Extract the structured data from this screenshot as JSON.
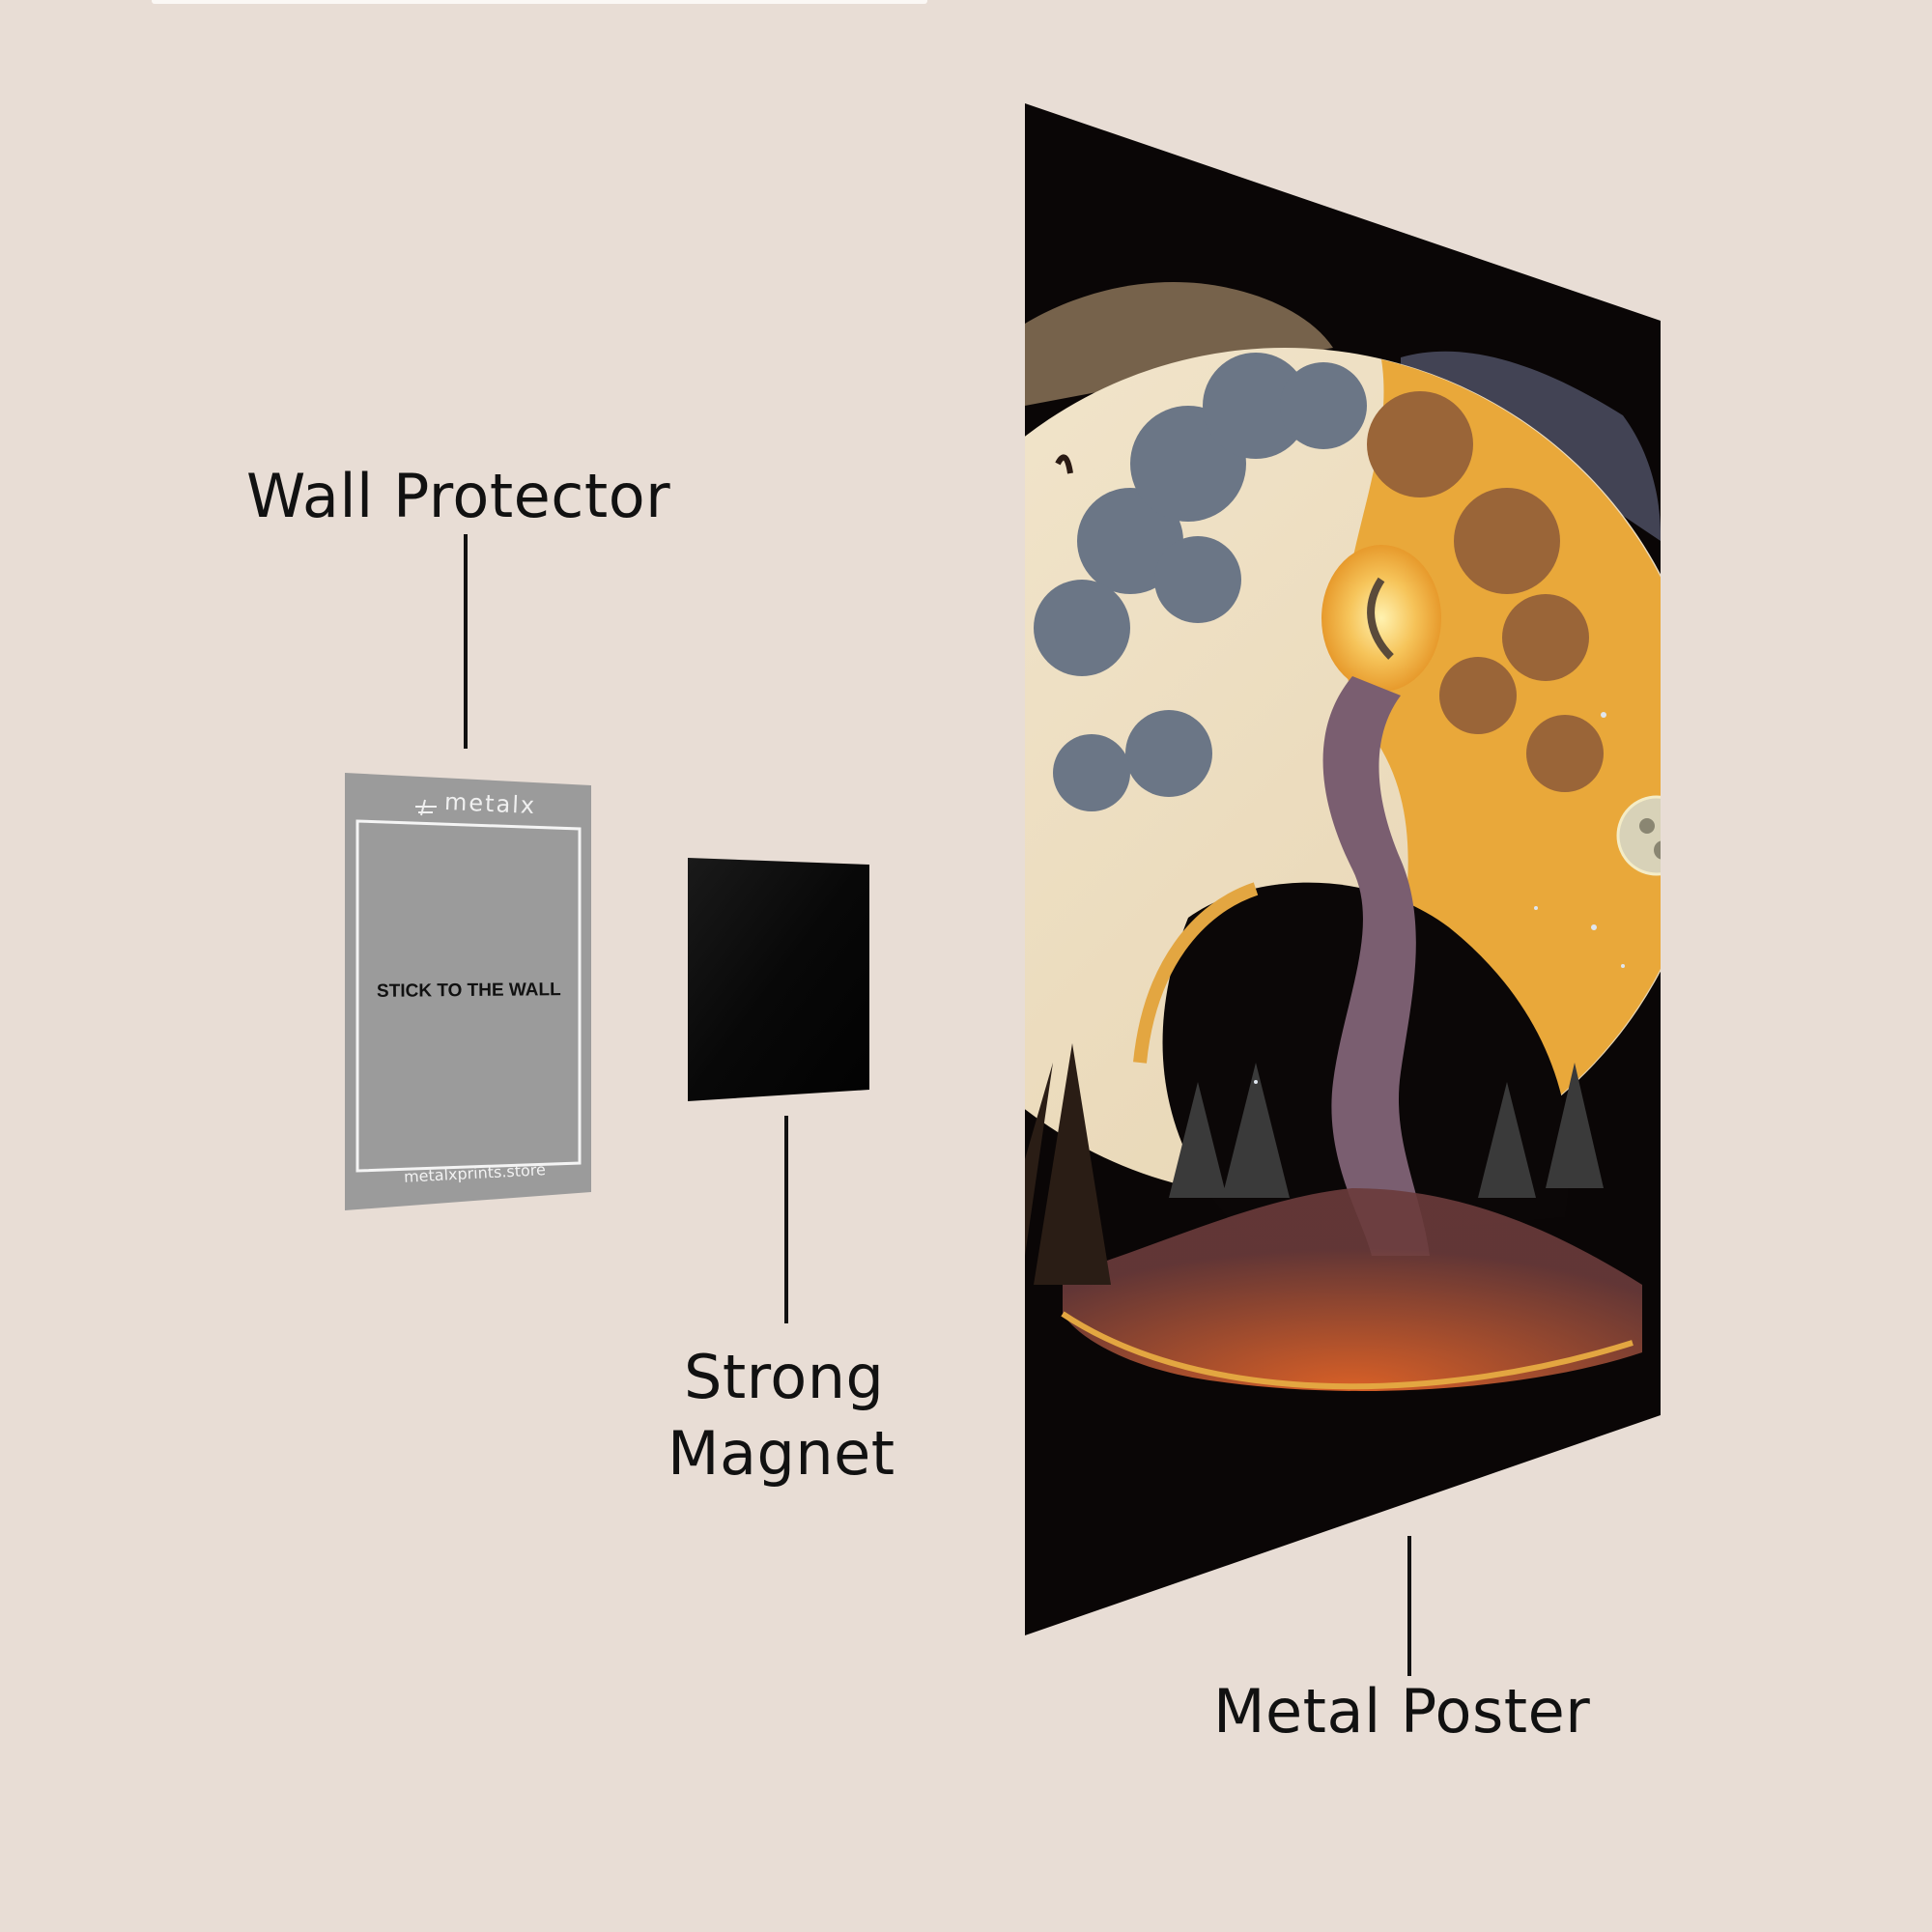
{
  "labels": {
    "wall_protector": "Wall Protector",
    "strong_magnet_line1": "Strong",
    "strong_magnet_line2": "Magnet",
    "metal_poster": "Metal Poster"
  },
  "wall_protector_card": {
    "brand": "metalx",
    "instruction": "STICK TO THE WALL",
    "website": "metalxprints.store"
  },
  "colors": {
    "background": "#e8ddd5",
    "label_text": "#111111",
    "protector_gray": "#9b9b9b",
    "magnet_black": "#050505",
    "poster_black": "#0a0606",
    "sun_gold": "#e8a43a",
    "moon_cream": "#efe3c8"
  },
  "poster_artwork": {
    "subject": "yin-yang tree of life with sun and moon"
  }
}
